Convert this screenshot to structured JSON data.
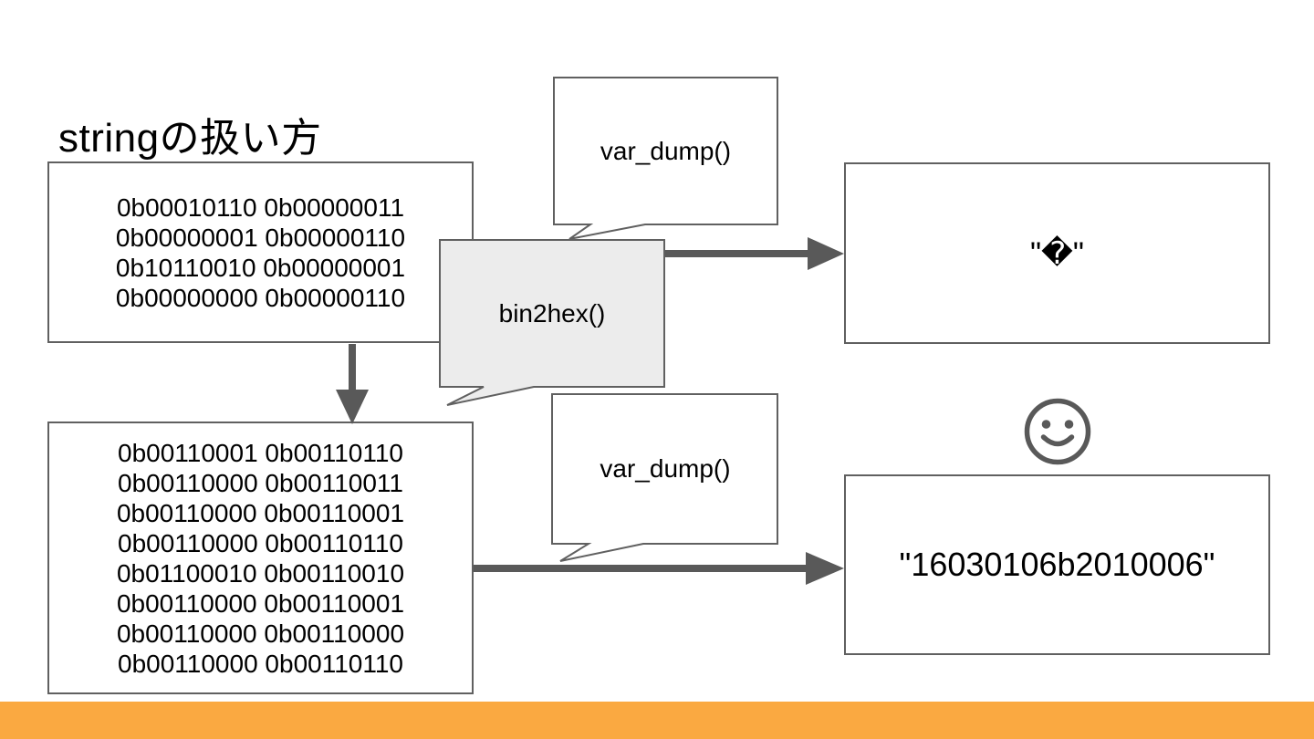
{
  "slide": {
    "title": "stringの扱い方"
  },
  "binary_input_box": {
    "lines": [
      "0b00010110 0b00000011",
      "0b00000001 0b00000110",
      "0b10110010 0b00000001",
      "0b00000000 0b00000110"
    ]
  },
  "binary_hex_box": {
    "lines": [
      "0b00110001 0b00110110",
      "0b00110000 0b00110011",
      "0b00110000 0b00110001",
      "0b00110000 0b00110110",
      "0b01100010 0b00110010",
      "0b00110000 0b00110001",
      "0b00110000 0b00110000",
      "0b00110000 0b00110110"
    ]
  },
  "callouts": {
    "var_dump_top": "var_dump()",
    "bin2hex": "bin2hex()",
    "var_dump_bottom": "var_dump()"
  },
  "outputs": {
    "garbled": "\"�\"",
    "hex_string": "\"16030106b2010006\""
  },
  "icons": {
    "smiley": "smiling-face"
  },
  "colors": {
    "accent_bar": "#FAA941",
    "shape_stroke": "#595959",
    "box_border": "#606060",
    "bubble_fill": "#ECECEC"
  }
}
